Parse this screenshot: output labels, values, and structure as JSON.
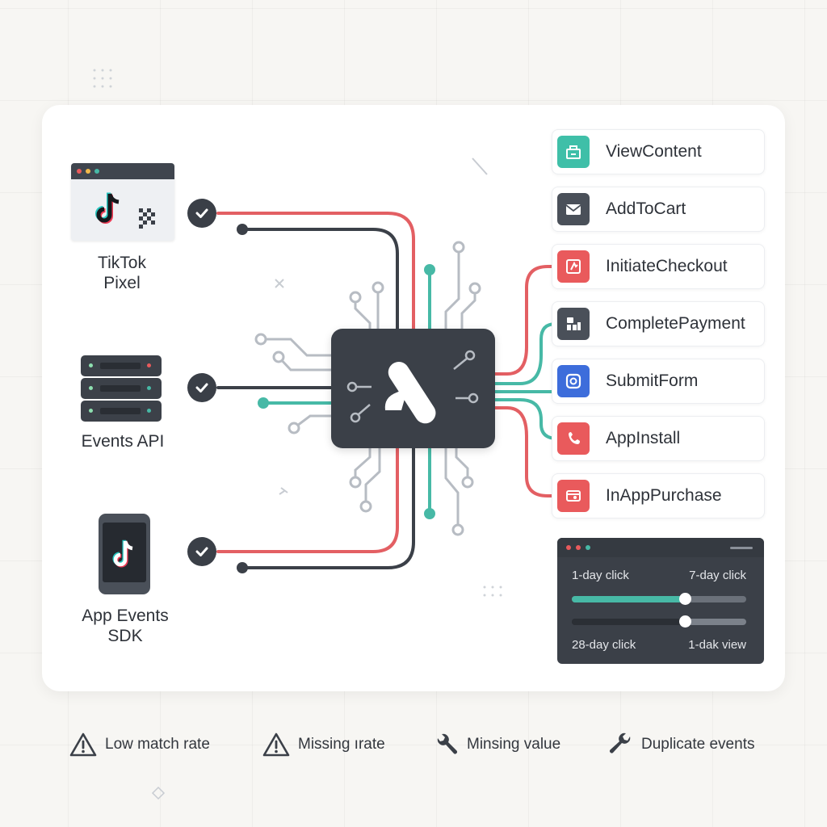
{
  "sources": [
    {
      "name": "TikTok\nPixel",
      "icon": "browser-window-icon"
    },
    {
      "name": "Events API",
      "icon": "server-stack-icon"
    },
    {
      "name": "App Events\nSDK",
      "icon": "phone-icon"
    }
  ],
  "hub": {
    "icon": "tiktok-ads-logo-icon"
  },
  "events": [
    {
      "label": "ViewContent",
      "icon": "content-icon",
      "color": "#3fbfa8"
    },
    {
      "label": "AddToCart",
      "icon": "envelope-icon",
      "color": "#4a5059"
    },
    {
      "label": "InitiateCheckout",
      "icon": "checkout-icon",
      "color": "#e95a5c"
    },
    {
      "label": "CompletePayment",
      "icon": "payment-icon",
      "color": "#4a5059"
    },
    {
      "label": "SubmitForm",
      "icon": "form-icon",
      "color": "#3d6ddb"
    },
    {
      "label": "AppInstall",
      "icon": "install-icon",
      "color": "#e95a5c"
    },
    {
      "label": "InAppPurchase",
      "icon": "purchase-icon",
      "color": "#e95a5c"
    }
  ],
  "attribution": {
    "top_left": "1-day click",
    "top_right": "7-day click",
    "bottom_left": "28-day click",
    "bottom_right": "1-dak view",
    "slider1_value": 0.65,
    "slider2_value": 0.65
  },
  "issues": [
    {
      "label": "Low match rate",
      "icon": "warning-icon"
    },
    {
      "label": "Missing ırate",
      "icon": "warning-icon"
    },
    {
      "label": "Minsing value",
      "icon": "wrench-icon"
    },
    {
      "label": "Duplicate events",
      "icon": "wrench-icon"
    }
  ],
  "colors": {
    "red": "#e35f63",
    "teal": "#47b9a6",
    "dark": "#3b4048",
    "grey": "#b7bcc3"
  }
}
